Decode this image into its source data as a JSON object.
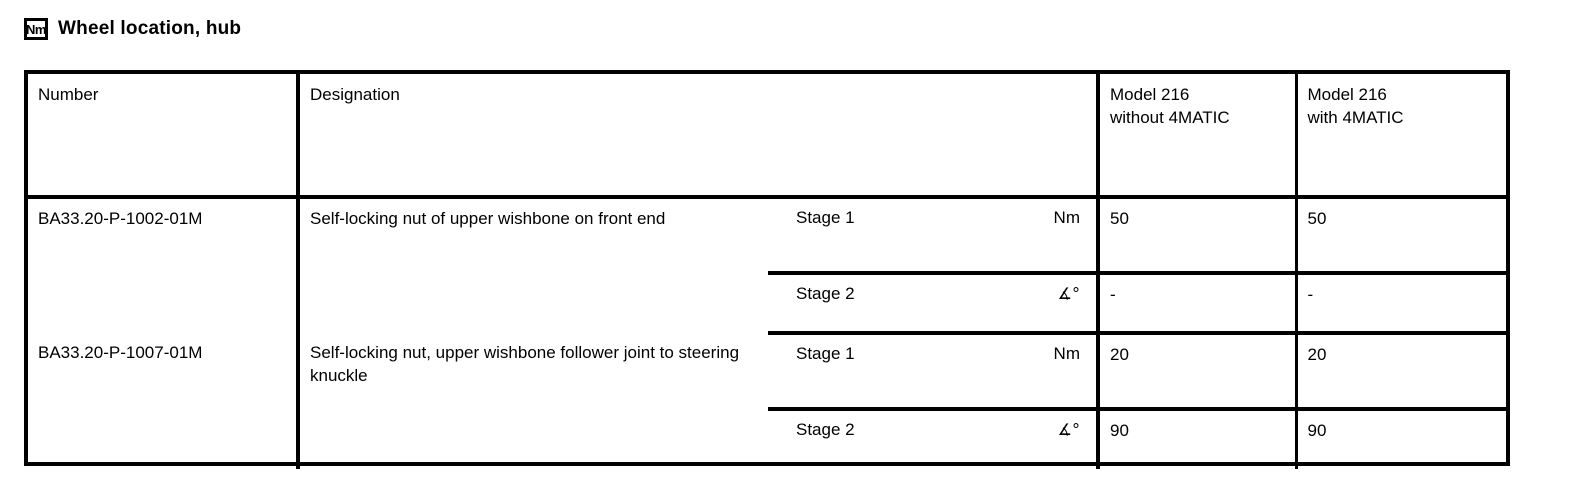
{
  "header": {
    "unit_badge": "Nm",
    "unit_badge_icon": "nm-unit-icon",
    "title": "Wheel location, hub"
  },
  "table": {
    "columns": [
      {
        "key": "number",
        "label": "Number"
      },
      {
        "key": "designation",
        "label": "Designation"
      },
      {
        "key": "stage",
        "label": ""
      },
      {
        "key": "unit",
        "label": ""
      },
      {
        "key": "model_without_4matic",
        "label_line1": "Model 216",
        "label_line2": "without 4MATIC"
      },
      {
        "key": "model_with_4matic",
        "label_line1": "Model 216",
        "label_line2": "with 4MATIC"
      }
    ],
    "rows": [
      {
        "number": "BA33.20-P-1002-01M",
        "designation": "Self-locking nut of upper wishbone on front end",
        "stages": [
          {
            "stage": "Stage 1",
            "unit": "Nm",
            "unit_type": "torque",
            "model_without_4matic": "50",
            "model_with_4matic": "50"
          },
          {
            "stage": "Stage 2",
            "unit": "∡°",
            "unit_type": "angle",
            "model_without_4matic": "-",
            "model_with_4matic": "-"
          }
        ]
      },
      {
        "number": "BA33.20-P-1007-01M",
        "designation": "Self-locking nut, upper wishbone follower joint to steering knuckle",
        "stages": [
          {
            "stage": "Stage 1",
            "unit": "Nm",
            "unit_type": "torque",
            "model_without_4matic": "20",
            "model_with_4matic": "20"
          },
          {
            "stage": "Stage 2",
            "unit": "∡°",
            "unit_type": "angle",
            "model_without_4matic": "90",
            "model_with_4matic": "90"
          }
        ]
      }
    ]
  },
  "colors": {
    "text": "#000000",
    "background": "#ffffff",
    "rule": "#000000"
  }
}
